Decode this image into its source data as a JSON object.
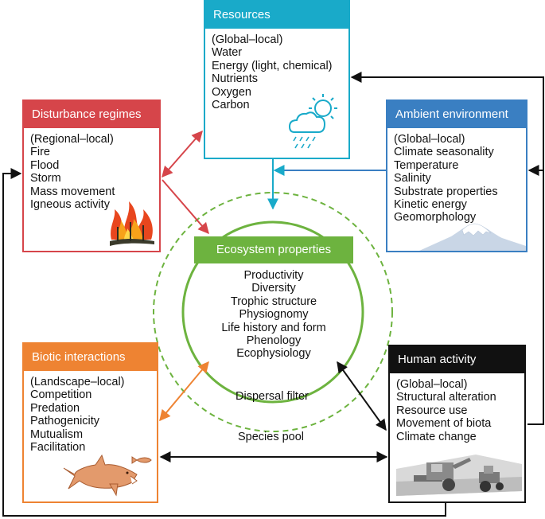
{
  "resources": {
    "title": "Resources",
    "items": [
      "(Global–local)",
      "Water",
      "Energy (light, chemical)",
      "Nutrients",
      "Oxygen",
      "Carbon"
    ],
    "icon": "sun-cloud-rain-icon",
    "color": "#19aac9"
  },
  "disturbance": {
    "title": "Disturbance regimes",
    "items": [
      "(Regional–local)",
      "Fire",
      "Flood",
      "Storm",
      "Mass movement",
      "Igneous activity"
    ],
    "icon": "fire-icon",
    "color": "#d6454a"
  },
  "ambient": {
    "title": "Ambient environment",
    "items": [
      "(Global–local)",
      "Climate seasonality",
      "Temperature",
      "Salinity",
      "Substrate properties",
      "Kinetic energy",
      "Geomorphology"
    ],
    "icon": "mountain-icon",
    "color": "#3a7fc2"
  },
  "ecosystem": {
    "title": "Ecosystem properties",
    "items": [
      "Productivity",
      "Diversity",
      "Trophic structure",
      "Physiognomy",
      "Life history and form",
      "Phenology",
      "Ecophysiology"
    ],
    "color": "#6db33f"
  },
  "biotic": {
    "title": "Biotic interactions",
    "items": [
      "(Landscape–local)",
      "Competition",
      "Predation",
      "Pathogenicity",
      "Mutualism",
      "Facilitation"
    ],
    "icon": "shark-fish-icon",
    "color": "#ee8332"
  },
  "human": {
    "title": "Human activity",
    "items": [
      "(Global–local)",
      "Structural alteration",
      "Resource use",
      "Movement of biota",
      "Climate change"
    ],
    "icon": "harvester-tractor-icon",
    "color": "#111111"
  },
  "filters": {
    "dispersal": "Dispersal filter",
    "pool": "Species pool"
  }
}
